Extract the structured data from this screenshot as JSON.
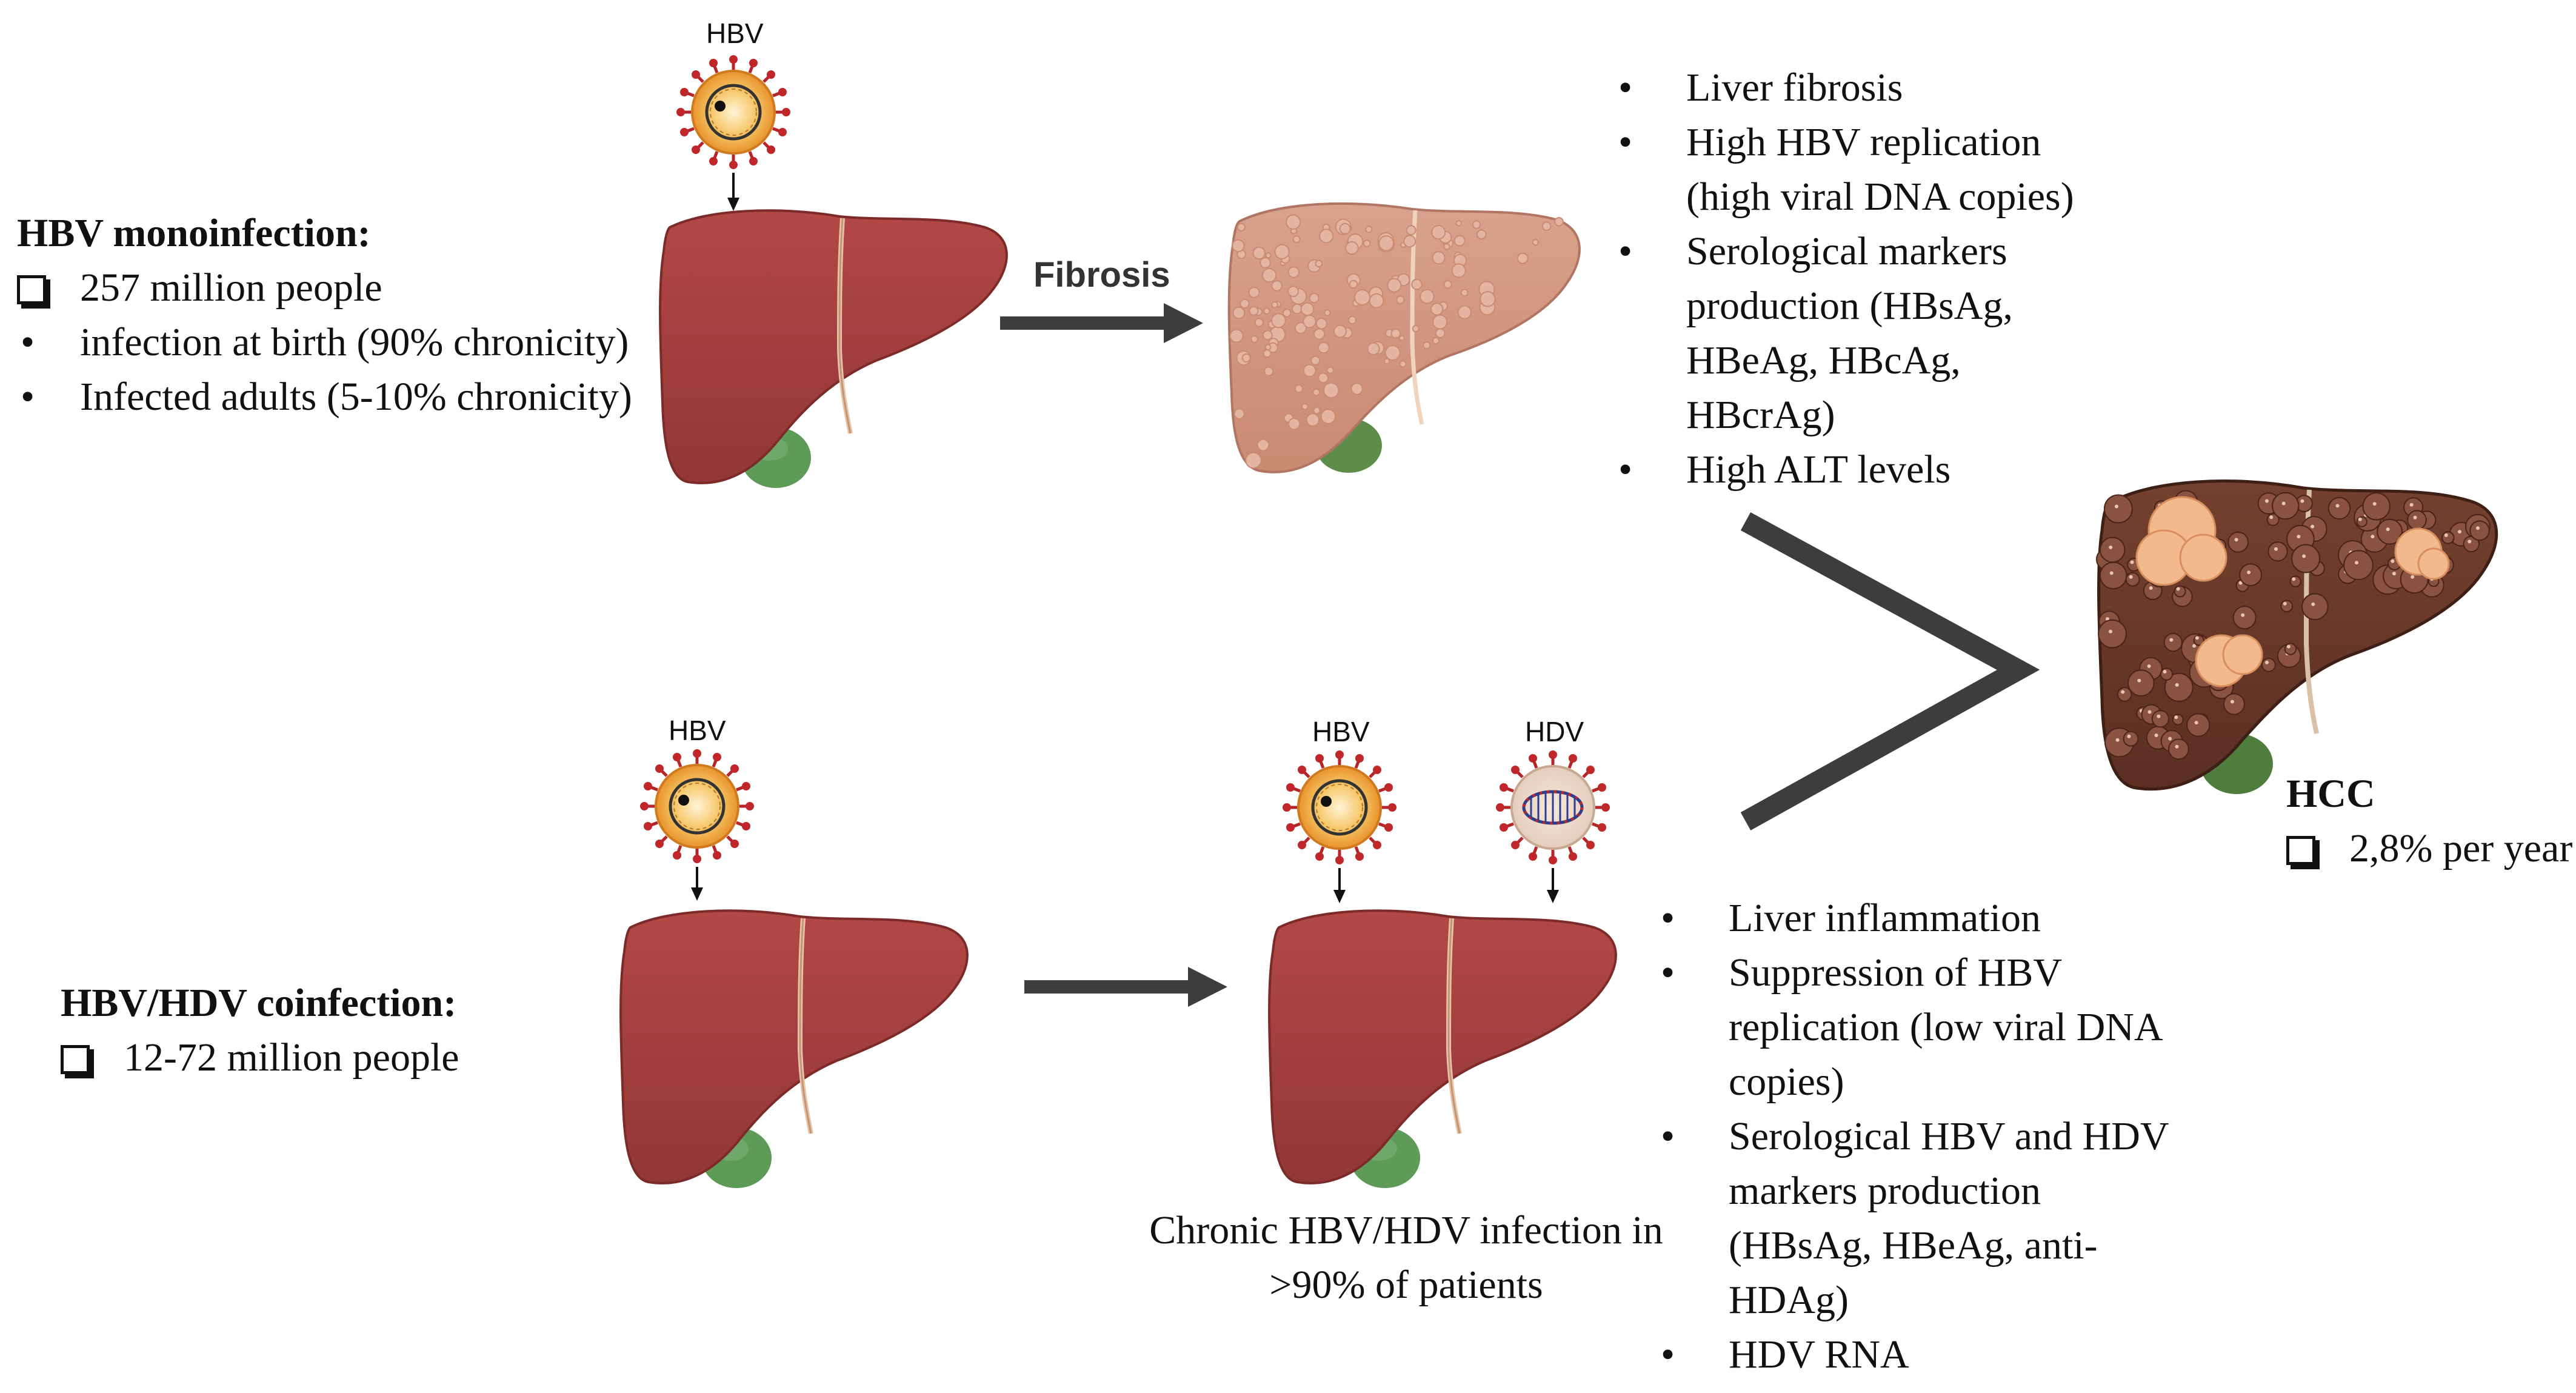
{
  "hbv_mono": {
    "title": "HBV monoinfection:",
    "items": [
      {
        "marker": "box",
        "text": "257 million people"
      },
      {
        "marker": "bullet",
        "text": "infection at birth (90% chronicity)"
      },
      {
        "marker": "bullet",
        "text": "Infected adults (5-10% chronicity)"
      }
    ]
  },
  "coinfection": {
    "title": "HBV/HDV coinfection:",
    "items": [
      {
        "marker": "box",
        "text": "12-72 million people"
      }
    ]
  },
  "virus_labels": {
    "top": "HBV",
    "bottom_left": "HBV",
    "bottom_mid": "HBV",
    "bottom_hdv": "HDV"
  },
  "fibrosis_arrow": {
    "label": "Fibrosis"
  },
  "top_findings": {
    "lines": [
      {
        "bullet": true,
        "text": "Liver fibrosis"
      },
      {
        "bullet": true,
        "text": "High HBV replication"
      },
      {
        "bullet": false,
        "text": "(high viral DNA copies)"
      },
      {
        "bullet": true,
        "text": "Serological markers"
      },
      {
        "bullet": false,
        "text": "production (HBsAg,"
      },
      {
        "bullet": false,
        "text": "HBeAg, HBcAg,"
      },
      {
        "bullet": false,
        "text": "HBcrAg)"
      },
      {
        "bullet": true,
        "text": "High ALT levels"
      }
    ]
  },
  "bottom_findings": {
    "lines": [
      {
        "bullet": true,
        "text": "Liver inflammation"
      },
      {
        "bullet": true,
        "text": "Suppression of HBV"
      },
      {
        "bullet": false,
        "text": "replication (low viral DNA"
      },
      {
        "bullet": false,
        "text": "copies)"
      },
      {
        "bullet": true,
        "text": "Serological HBV and HDV"
      },
      {
        "bullet": false,
        "text": "markers production"
      },
      {
        "bullet": false,
        "text": "(HBsAg, HBeAg, anti-"
      },
      {
        "bullet": false,
        "text": "HDAg)"
      },
      {
        "bullet": true,
        "text": "HDV RNA"
      }
    ]
  },
  "chronic_caption": {
    "line1": "Chronic HBV/HDV infection in",
    "line2": ">90% of patients"
  },
  "hcc": {
    "title": "HCC",
    "rate": "2,8% per year"
  },
  "colors": {
    "liver": "#a6403f",
    "liver_dark": "#7c2a2a",
    "gallbladder": "#5d9a5a",
    "fibrotic_liver": "#d4957f",
    "hcc_liver": "#6b3a2a",
    "tumor": "#f0b98f",
    "arrow": "#3d3d3d",
    "virus_spike": "#c0262a",
    "virus_body": "#f2a93b"
  }
}
